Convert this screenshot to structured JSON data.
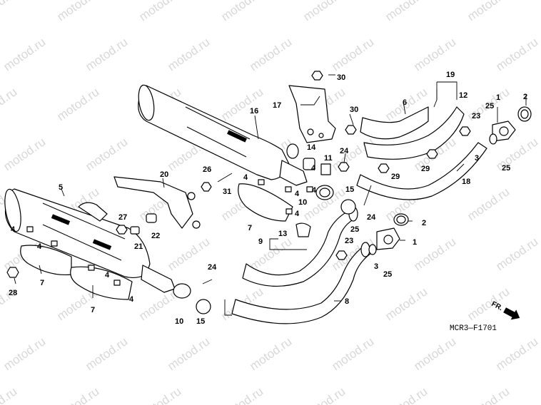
{
  "watermark": "motod.ru",
  "diagram_code": "MCR3—F1701",
  "direction_label": "FR.",
  "callouts": [
    "1",
    "2",
    "3",
    "4",
    "5",
    "6",
    "7",
    "8",
    "9",
    "10",
    "11",
    "12",
    "13",
    "14",
    "15",
    "16",
    "17",
    "18",
    "19",
    "20",
    "21",
    "22",
    "23",
    "24",
    "25",
    "26",
    "27",
    "28",
    "29",
    "30",
    "31"
  ]
}
